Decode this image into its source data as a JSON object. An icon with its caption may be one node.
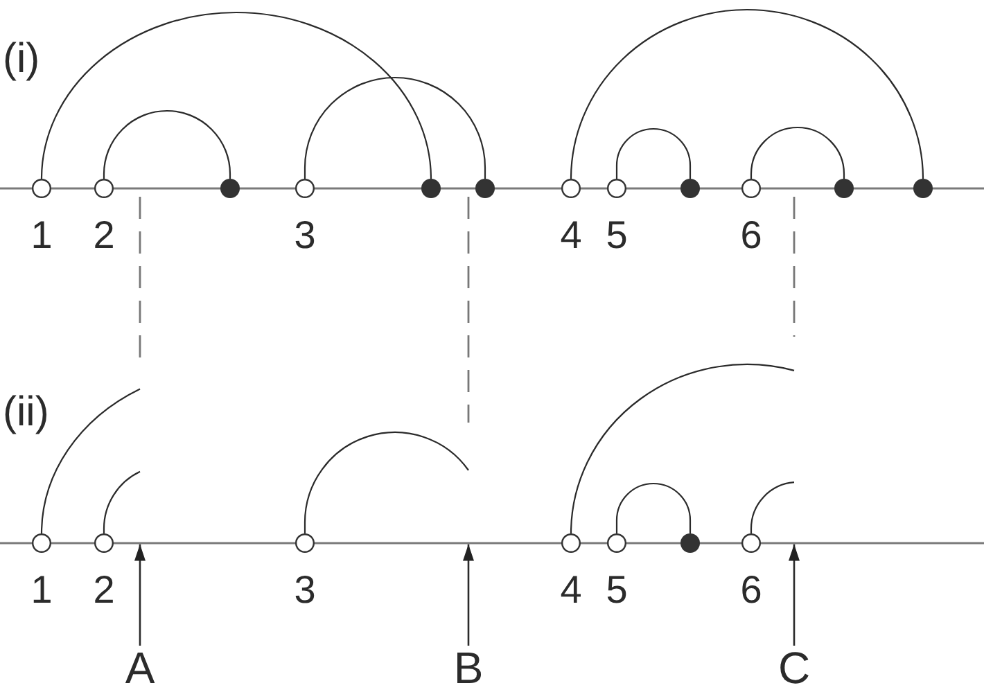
{
  "diagram": {
    "nodes": [
      {
        "text": [],
        "shape": "circle",
        "beside": [
          "1"
        ]
      },
      {
        "text": [],
        "shape": "circle",
        "beside": [
          "2"
        ]
      },
      {
        "text": [],
        "shape": "dot"
      },
      {
        "text": [],
        "shape": "circle",
        "beside": [
          "3"
        ]
      },
      {
        "text": [],
        "shape": "dot"
      },
      {
        "text": [],
        "shape": "dot"
      },
      {
        "text": [],
        "shape": "circle",
        "beside": [
          "4"
        ]
      },
      {
        "text": [],
        "shape": "circle",
        "beside": [
          "5"
        ]
      },
      {
        "text": [],
        "shape": "dot"
      },
      {
        "text": [],
        "shape": "circle",
        "beside": [
          "6"
        ]
      },
      {
        "text": [],
        "shape": "dot"
      },
      {
        "text": [],
        "shape": "dot"
      },
      {
        "text": [],
        "shape": "circle",
        "beside": [
          "1"
        ]
      },
      {
        "text": [],
        "shape": "circle",
        "beside": [
          "2"
        ]
      },
      {
        "text": [],
        "shape": "circle",
        "beside": [
          "3"
        ]
      },
      {
        "text": [],
        "shape": "circle",
        "beside": [
          "4"
        ]
      },
      {
        "text": [],
        "shape": "circle",
        "beside": [
          "5"
        ]
      },
      {
        "text": [],
        "shape": "dot"
      },
      {
        "text": [],
        "shape": "circle",
        "beside": [
          "6"
        ]
      },
      {
        "text": [
          "A"
        ]
      },
      {
        "text": [
          "B"
        ]
      },
      {
        "text": [
          "C"
        ]
      },
      {
        "text": [],
        "shape": "line"
      }
    ],
    "edges": [
      {
        "from": 0,
        "to": 4,
        "arrow": "none"
      },
      {
        "from": 1,
        "to": 2,
        "arrow": "none"
      },
      {
        "from": 3,
        "to": 5,
        "arrow": "none"
      },
      {
        "from": 6,
        "to": 11,
        "arrow": "none"
      },
      {
        "from": 7,
        "to": 8,
        "arrow": "none"
      },
      {
        "from": 9,
        "to": 10,
        "arrow": "none"
      },
      {
        "from": 12,
        "to": null,
        "arrow": "none"
      },
      {
        "from": 13,
        "to": null,
        "arrow": "none"
      },
      {
        "from": 14,
        "to": null,
        "arrow": "none"
      },
      {
        "from": 15,
        "to": null,
        "arrow": "none"
      },
      {
        "from": 16,
        "to": 17,
        "arrow": "none"
      },
      {
        "from": 18,
        "to": null,
        "arrow": "none"
      },
      {
        "from": 19,
        "to": 22,
        "arrow": "to"
      },
      {
        "from": 20,
        "to": 22,
        "arrow": "to"
      },
      {
        "from": 21,
        "to": 22,
        "arrow": "to"
      }
    ],
    "labels": [
      "(i)",
      "(ii)"
    ]
  }
}
